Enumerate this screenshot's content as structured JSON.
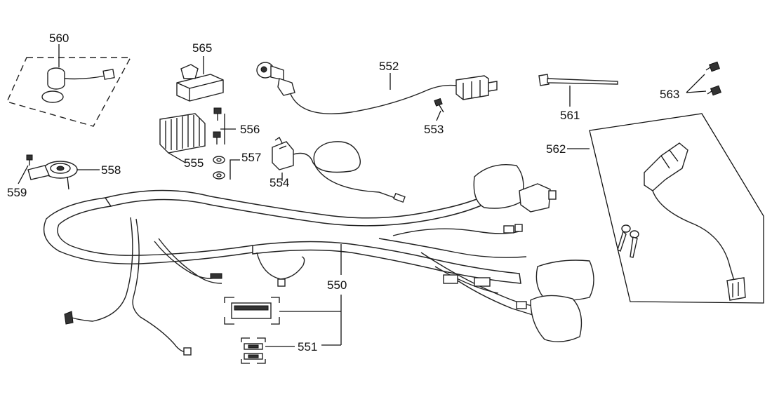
{
  "diagram": {
    "callouts": {
      "c550": "550",
      "c551": "551",
      "c552": "552",
      "c553": "553",
      "c554": "554",
      "c555": "555",
      "c556": "556",
      "c557": "557",
      "c558": "558",
      "c559": "559",
      "c560": "560",
      "c561": "561",
      "c562": "562",
      "c563": "563",
      "c565": "565"
    }
  }
}
